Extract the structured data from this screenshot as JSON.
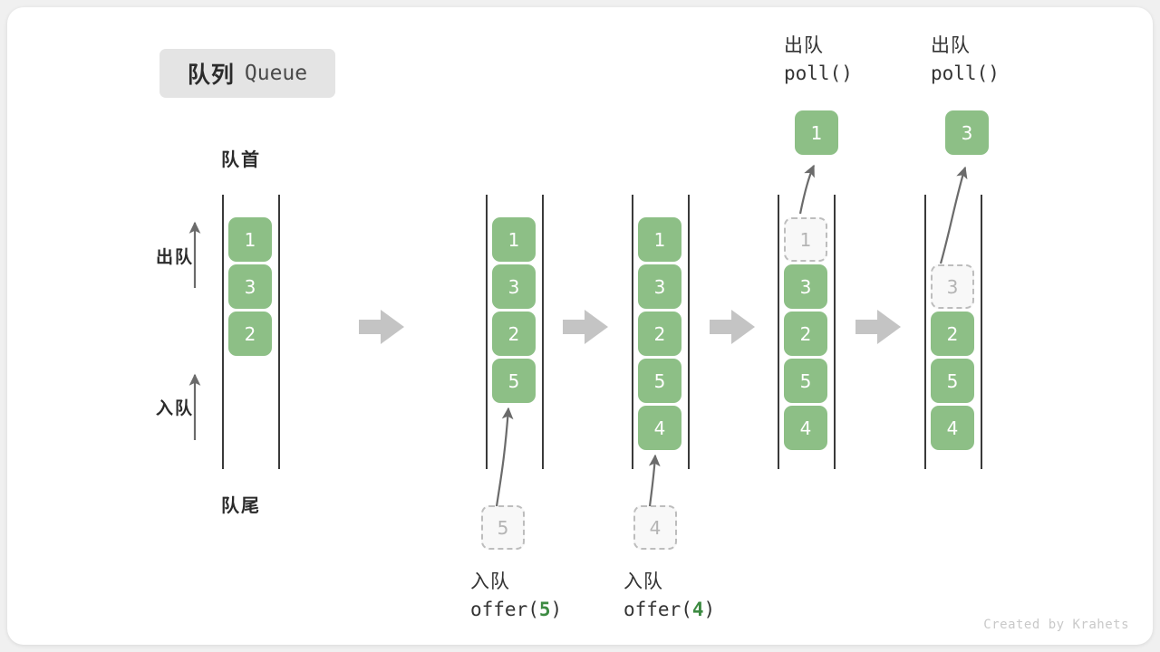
{
  "title": {
    "cn": "队列",
    "en": "Queue"
  },
  "labels": {
    "head": "队首",
    "tail": "队尾",
    "dequeue_side": "出队",
    "enqueue_side": "入队"
  },
  "colors": {
    "cell_fill": "#8dbf86",
    "cell_text": "#ffffff",
    "ghost_fill": "#f8f8f8",
    "ghost_border": "#bdbdbd",
    "ghost_text": "#b4b4b4",
    "rail": "#3a3a3a",
    "arrow_gray": "#c4c4c4",
    "curve_arrow": "#6b6b6b",
    "code_number": "#3d8b42",
    "badge_bg": "#e4e4e4",
    "card_bg": "#ffffff",
    "page_bg": "#f0f0f0"
  },
  "columns": [
    {
      "id": "initial",
      "cells": [
        "1",
        "3",
        "2"
      ],
      "ghost_index": null,
      "caption_cn": "",
      "caption_code": "",
      "popped": null
    },
    {
      "id": "after-offer-5",
      "cells": [
        "1",
        "3",
        "2",
        "5"
      ],
      "ghost_index": null,
      "caption_cn": "入队",
      "caption_code": "offer(5)",
      "caption_code_prefix": "offer(",
      "caption_code_num": "5",
      "caption_code_suffix": ")",
      "incoming_value": "5",
      "popped": null
    },
    {
      "id": "after-offer-4",
      "cells": [
        "1",
        "3",
        "2",
        "5",
        "4"
      ],
      "ghost_index": null,
      "caption_cn": "入队",
      "caption_code": "offer(4)",
      "caption_code_prefix": "offer(",
      "caption_code_num": "4",
      "caption_code_suffix": ")",
      "incoming_value": "4",
      "popped": null
    },
    {
      "id": "poll-1",
      "cells": [
        "1",
        "3",
        "2",
        "5",
        "4"
      ],
      "ghost_index": 0,
      "caption_cn": "出队",
      "caption_code": "poll()",
      "popped": "1"
    },
    {
      "id": "poll-3",
      "cells": [
        "3",
        "2",
        "5",
        "4"
      ],
      "ghost_index": 0,
      "caption_cn": "出队",
      "caption_code": "poll()",
      "popped": "3"
    }
  ],
  "incoming_boxes": [
    {
      "value": "5"
    },
    {
      "value": "4"
    }
  ],
  "popped_boxes": [
    {
      "value": "1"
    },
    {
      "value": "3"
    }
  ],
  "step_arrows": 4,
  "footer": "Created by Krahets"
}
